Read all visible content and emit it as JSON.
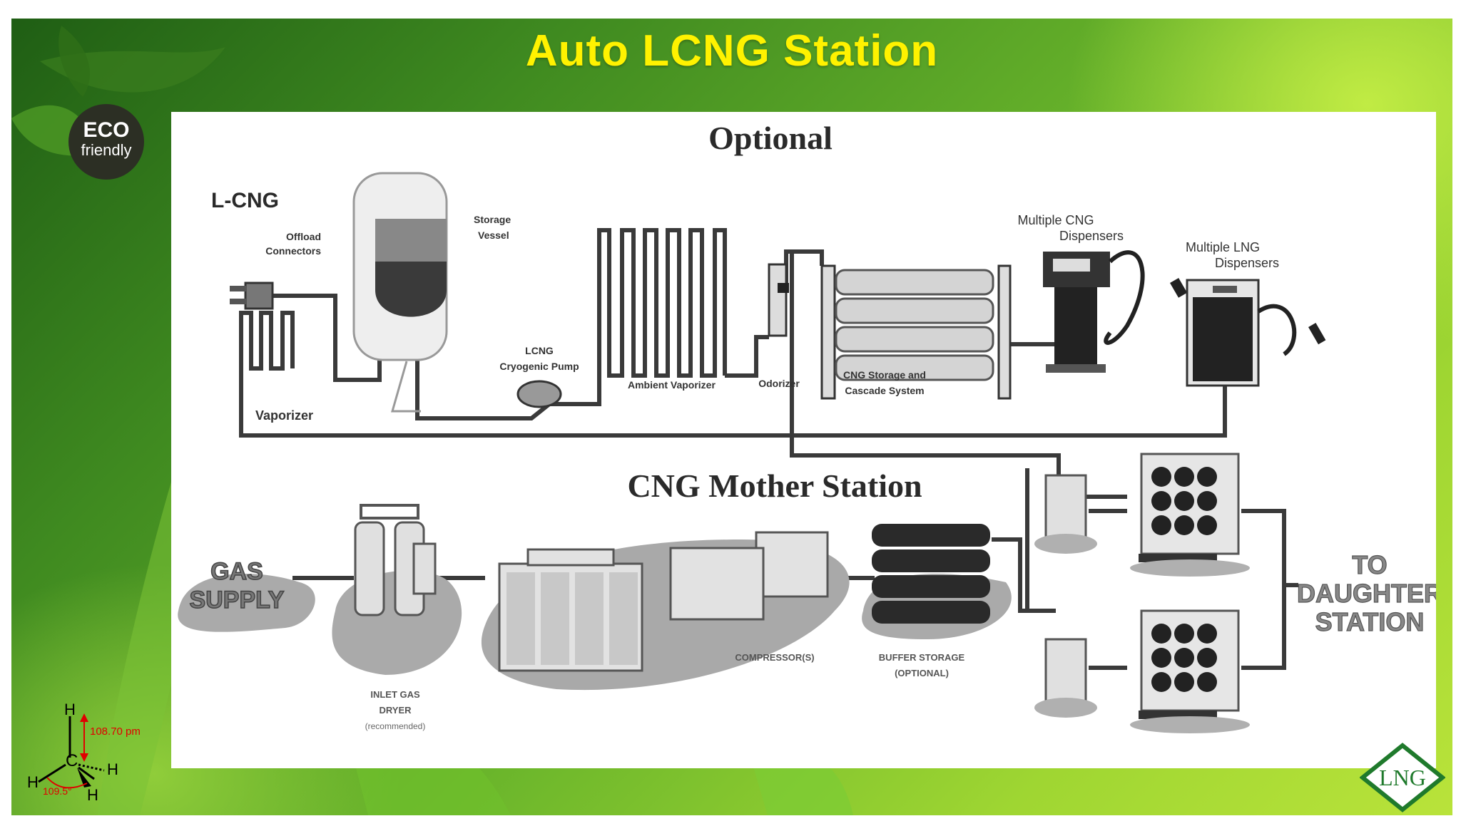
{
  "slide": {
    "title": "Auto LCNG Station",
    "eco_badge": {
      "line1": "ECO",
      "line2": "friendly"
    },
    "logo_text": "LNG",
    "colors": {
      "title": "#fff200",
      "background": "#5aa62a",
      "diagram_line": "#444444"
    }
  },
  "diagram": {
    "optional_heading": "Optional",
    "lcng_heading": "L-CNG",
    "mother_heading": "CNG Mother Station",
    "labels": {
      "offload": [
        "Offload",
        "Connectors"
      ],
      "storage": [
        "Storage",
        "Vessel"
      ],
      "pump": [
        "LCNG",
        "Cryogenic Pump"
      ],
      "vaporizer": "Vaporizer",
      "ambient": "Ambient Vaporizer",
      "odorizer": "Odorizer",
      "cng_storage": [
        "CNG Storage and",
        "Cascade System"
      ],
      "cng_disp": [
        "Multiple CNG",
        "Dispensers"
      ],
      "lng_disp": [
        "Multiple LNG",
        "Dispensers"
      ],
      "gas_supply": [
        "GAS",
        "SUPPLY"
      ],
      "dryer": [
        "INLET GAS",
        "DRYER",
        "(recommended)"
      ],
      "compressors": "COMPRESSOR(S)",
      "buffer": [
        "BUFFER STORAGE",
        "(OPTIONAL)"
      ],
      "daughter": [
        "TO",
        "DAUGHTER",
        "STATION"
      ]
    }
  },
  "methane": {
    "atom_h": "H",
    "atom_c": "C",
    "bond_length": "108.70 pm",
    "bond_angle": "109.5°"
  }
}
